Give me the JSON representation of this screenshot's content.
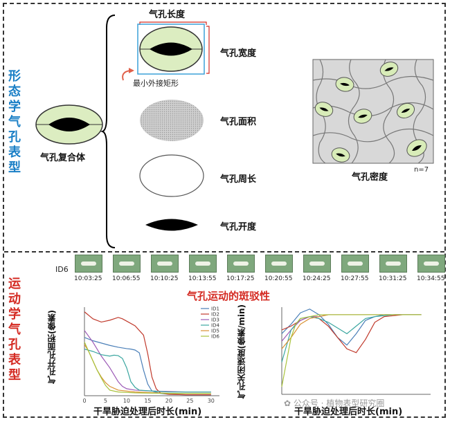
{
  "left_labels": {
    "top": "形态学气孔表型",
    "bottom": "运动学气孔表型"
  },
  "morphology": {
    "complex_label": "气孔复合体",
    "length_label": "气孔长度",
    "width_label": "气孔宽度",
    "bbox_label": "最小外接矩形",
    "area_label": "气孔面积",
    "perimeter_label": "气孔周长",
    "aperture_label": "气孔开度",
    "density_label": "气孔密度",
    "density_n": "n=7"
  },
  "timeline": {
    "row_label": "ID6",
    "times": [
      "10:03:25",
      "10:06:55",
      "10:10:25",
      "10:13:55",
      "10:17:25",
      "10:20:55",
      "10:24:25",
      "10:27:55",
      "10:31:25",
      "10:34:55"
    ]
  },
  "kinetics_title": "气孔运动的斑驳性",
  "colors": {
    "ID1": "#4a7fb8",
    "ID2": "#c0392b",
    "ID3": "#9b59b6",
    "ID4": "#3aa6a0",
    "ID5": "#d99030",
    "ID6": "#a8c23a",
    "ID7": "#444444"
  },
  "chart_data": [
    {
      "type": "line",
      "ylabel": "气孔开孔面积(像素)",
      "xlabel": "干旱胁迫处理后时长(min)",
      "xlim": [
        0,
        32
      ],
      "xticks": [
        0,
        5,
        10,
        15,
        20,
        25,
        30
      ],
      "legend": [
        "ID1",
        "ID2",
        "ID3",
        "ID4",
        "ID5",
        "ID6"
      ],
      "legend_position": "top-right",
      "series": [
        {
          "name": "ID1",
          "x": [
            0,
            2,
            4,
            6,
            8,
            10,
            11,
            12,
            13,
            14,
            15,
            16,
            18,
            20,
            24,
            30
          ],
          "y": [
            125,
            118,
            113,
            108,
            104,
            101,
            100,
            98,
            92,
            55,
            25,
            10,
            5,
            3,
            2,
            2
          ]
        },
        {
          "name": "ID2",
          "x": [
            0,
            2,
            4,
            6,
            8,
            9,
            10,
            12,
            14,
            15,
            16,
            17,
            18,
            20,
            24,
            30
          ],
          "y": [
            180,
            165,
            158,
            162,
            168,
            165,
            160,
            150,
            130,
            90,
            40,
            15,
            6,
            3,
            2,
            2
          ]
        },
        {
          "name": "ID3",
          "x": [
            0,
            2,
            4,
            6,
            7,
            8,
            9,
            10,
            12,
            16,
            24,
            30
          ],
          "y": [
            140,
            115,
            85,
            60,
            45,
            30,
            20,
            15,
            12,
            10,
            8,
            8
          ]
        },
        {
          "name": "ID4",
          "x": [
            0,
            2,
            4,
            6,
            7,
            8,
            9,
            10,
            11,
            12,
            13,
            16,
            20,
            30
          ],
          "y": [
            100,
            95,
            88,
            85,
            87,
            86,
            80,
            60,
            30,
            18,
            12,
            10,
            8,
            8
          ]
        },
        {
          "name": "ID5",
          "x": [
            0,
            1,
            2,
            3,
            4,
            5,
            6,
            8,
            12,
            20,
            30
          ],
          "y": [
            110,
            95,
            75,
            55,
            40,
            28,
            20,
            12,
            8,
            5,
            5
          ]
        },
        {
          "name": "ID6",
          "x": [
            0,
            1,
            2,
            3,
            4,
            5,
            6,
            8,
            12,
            20,
            30
          ],
          "y": [
            115,
            95,
            75,
            55,
            38,
            22,
            12,
            8,
            6,
            5,
            5
          ]
        }
      ]
    },
    {
      "type": "line",
      "ylabel": "气孔关闭速度(像素/min)",
      "xlabel": "干旱胁迫处理后时长(min)",
      "series": [
        {
          "name": "ID1",
          "x": [
            0,
            2,
            4,
            6,
            8,
            10,
            12,
            14,
            16,
            18,
            20,
            22,
            26,
            30
          ],
          "y": [
            -10,
            -5,
            1,
            3,
            0,
            -5,
            -12,
            -16,
            -10,
            -3,
            -1,
            0,
            0,
            0
          ]
        },
        {
          "name": "ID2",
          "x": [
            0,
            2,
            4,
            6,
            8,
            10,
            12,
            14,
            16,
            18,
            20,
            22,
            26,
            30
          ],
          "y": [
            -8,
            -6,
            -3,
            -1,
            -2,
            -6,
            -12,
            -18,
            -20,
            -13,
            -4,
            -1,
            0,
            0
          ]
        },
        {
          "name": "ID3",
          "x": [
            0,
            2,
            4,
            6,
            8,
            10,
            14,
            20,
            30
          ],
          "y": [
            -14,
            -8,
            -3,
            -1,
            -1,
            0,
            0,
            0,
            0
          ]
        },
        {
          "name": "ID4",
          "x": [
            0,
            2,
            4,
            6,
            8,
            10,
            12,
            14,
            16,
            18,
            20,
            24,
            30
          ],
          "y": [
            -25,
            -8,
            -2,
            -1,
            -2,
            -4,
            -7,
            -10,
            -6,
            -2,
            -1,
            0,
            0
          ]
        },
        {
          "name": "ID5",
          "x": [
            0,
            2,
            4,
            6,
            8,
            10,
            14,
            20,
            30
          ],
          "y": [
            -18,
            -12,
            -5,
            -2,
            -1,
            0,
            0,
            0,
            0
          ]
        },
        {
          "name": "ID6",
          "x": [
            0,
            1,
            2,
            3,
            4,
            6,
            8,
            10,
            14,
            20,
            30
          ],
          "y": [
            -38,
            -25,
            -12,
            -5,
            -2,
            -1,
            0,
            0,
            0,
            0,
            0
          ]
        }
      ]
    }
  ],
  "watermark": "✿ 公众号 · 植物表型研究圈"
}
